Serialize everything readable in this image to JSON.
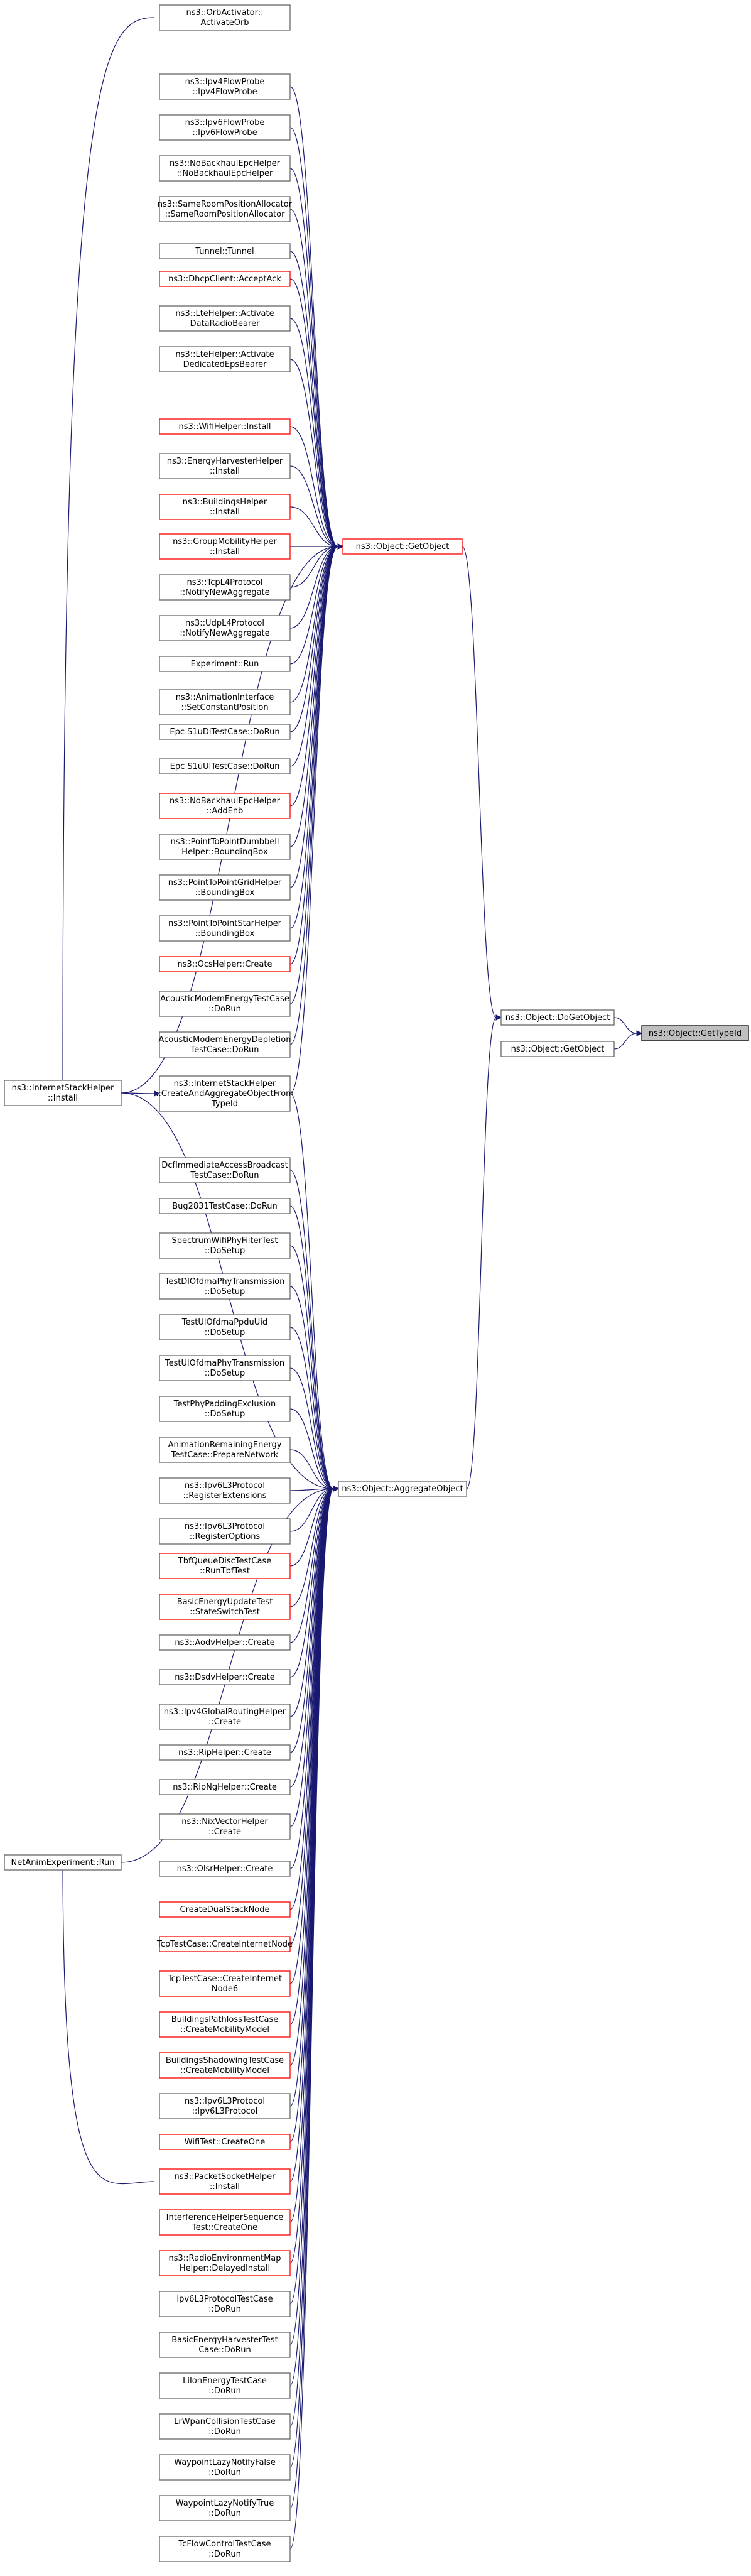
{
  "graph": {
    "colors": {
      "edge": "#191970",
      "border_normal": "#666666",
      "border_truncated": "#ff0000",
      "focus_fill": "#bfbfbf",
      "background": "#ffffff"
    },
    "focus": "ns3::Object::GetTypeId",
    "nodes": [
      {
        "id": "n0",
        "lines": [
          "ns3::OrbActivator::",
          "ActivateOrb"
        ],
        "style": "normal"
      },
      {
        "id": "n1",
        "lines": [
          "ns3::Ipv4FlowProbe",
          "::Ipv4FlowProbe"
        ],
        "style": "normal"
      },
      {
        "id": "n2",
        "lines": [
          "ns3::Ipv6FlowProbe",
          "::Ipv6FlowProbe"
        ],
        "style": "normal"
      },
      {
        "id": "n3",
        "lines": [
          "ns3::NoBackhaulEpcHelper",
          "::NoBackhaulEpcHelper"
        ],
        "style": "normal"
      },
      {
        "id": "n4",
        "lines": [
          "ns3::SameRoomPositionAllocator",
          "::SameRoomPositionAllocator"
        ],
        "style": "normal"
      },
      {
        "id": "n5",
        "lines": [
          "Tunnel::Tunnel"
        ],
        "style": "normal"
      },
      {
        "id": "n6",
        "lines": [
          "ns3::DhcpClient::AcceptAck"
        ],
        "style": "red"
      },
      {
        "id": "n7",
        "lines": [
          "ns3::LteHelper::Activate",
          "DataRadioBearer"
        ],
        "style": "normal"
      },
      {
        "id": "n8",
        "lines": [
          "ns3::LteHelper::Activate",
          "DedicatedEpsBearer"
        ],
        "style": "normal"
      },
      {
        "id": "n9",
        "lines": [
          "ns3::WifiHelper::Install"
        ],
        "style": "red"
      },
      {
        "id": "n10",
        "lines": [
          "ns3::EnergyHarvesterHelper",
          "::Install"
        ],
        "style": "normal"
      },
      {
        "id": "n11",
        "lines": [
          "ns3::BuildingsHelper",
          "::Install"
        ],
        "style": "red"
      },
      {
        "id": "n12",
        "lines": [
          "ns3::GroupMobilityHelper",
          "::Install"
        ],
        "style": "red"
      },
      {
        "id": "n13",
        "lines": [
          "ns3::TcpL4Protocol",
          "::NotifyNewAggregate"
        ],
        "style": "normal"
      },
      {
        "id": "n14",
        "lines": [
          "ns3::UdpL4Protocol",
          "::NotifyNewAggregate"
        ],
        "style": "normal"
      },
      {
        "id": "n15",
        "lines": [
          "Experiment::Run"
        ],
        "style": "normal"
      },
      {
        "id": "n16",
        "lines": [
          "ns3::AnimationInterface",
          "::SetConstantPosition"
        ],
        "style": "normal"
      },
      {
        "id": "n17",
        "lines": [
          "Epc S1uDlTestCase::DoRun"
        ],
        "style": "normal"
      },
      {
        "id": "n18",
        "lines": [
          "Epc S1uUlTestCase::DoRun"
        ],
        "style": "normal"
      },
      {
        "id": "n19",
        "lines": [
          "ns3::NoBackhaulEpcHelper",
          "::AddEnb"
        ],
        "style": "red"
      },
      {
        "id": "n20",
        "lines": [
          "ns3::PointToPointDumbbell",
          "Helper::BoundingBox"
        ],
        "style": "normal"
      },
      {
        "id": "n21",
        "lines": [
          "ns3::PointToPointGridHelper",
          "::BoundingBox"
        ],
        "style": "normal"
      },
      {
        "id": "n22",
        "lines": [
          "ns3::PointToPointStarHelper",
          "::BoundingBox"
        ],
        "style": "normal"
      },
      {
        "id": "n23",
        "lines": [
          "ns3::OcsHelper::Create"
        ],
        "style": "red"
      },
      {
        "id": "n24",
        "lines": [
          "AcousticModemEnergyTestCase",
          "::DoRun"
        ],
        "style": "normal"
      },
      {
        "id": "n25",
        "lines": [
          "AcousticModemEnergyDepletion",
          "TestCase::DoRun"
        ],
        "style": "normal"
      },
      {
        "id": "n26",
        "lines": [
          "ns3::InternetStackHelper",
          "::CreateAndAggregateObjectFrom",
          "TypeId"
        ],
        "style": "normal"
      },
      {
        "id": "n27",
        "lines": [
          "DcfImmediateAccessBroadcast",
          "TestCase::DoRun"
        ],
        "style": "normal"
      },
      {
        "id": "n28",
        "lines": [
          "Bug2831TestCase::DoRun"
        ],
        "style": "normal"
      },
      {
        "id": "n29",
        "lines": [
          "SpectrumWifiPhyFilterTest",
          "::DoSetup"
        ],
        "style": "normal"
      },
      {
        "id": "n30",
        "lines": [
          "TestDlOfdmaPhyTransmission",
          "::DoSetup"
        ],
        "style": "normal"
      },
      {
        "id": "n31",
        "lines": [
          "TestUlOfdmaPpduUid",
          "::DoSetup"
        ],
        "style": "normal"
      },
      {
        "id": "n32",
        "lines": [
          "TestUlOfdmaPhyTransmission",
          "::DoSetup"
        ],
        "style": "normal"
      },
      {
        "id": "n33",
        "lines": [
          "TestPhyPaddingExclusion",
          "::DoSetup"
        ],
        "style": "normal"
      },
      {
        "id": "n34",
        "lines": [
          "AnimationRemainingEnergy",
          "TestCase::PrepareNetwork"
        ],
        "style": "normal"
      },
      {
        "id": "n35",
        "lines": [
          "ns3::Ipv6L3Protocol",
          "::RegisterExtensions"
        ],
        "style": "normal"
      },
      {
        "id": "n36",
        "lines": [
          "ns3::Ipv6L3Protocol",
          "::RegisterOptions"
        ],
        "style": "normal"
      },
      {
        "id": "n37",
        "lines": [
          "TbfQueueDiscTestCase",
          "::RunTbfTest"
        ],
        "style": "red"
      },
      {
        "id": "n38",
        "lines": [
          "BasicEnergyUpdateTest",
          "::StateSwitchTest"
        ],
        "style": "red"
      },
      {
        "id": "n39",
        "lines": [
          "ns3::AodvHelper::Create"
        ],
        "style": "normal"
      },
      {
        "id": "n40",
        "lines": [
          "ns3::DsdvHelper::Create"
        ],
        "style": "normal"
      },
      {
        "id": "n41",
        "lines": [
          "ns3::Ipv4GlobalRoutingHelper",
          "::Create"
        ],
        "style": "normal"
      },
      {
        "id": "n42",
        "lines": [
          "ns3::RipHelper::Create"
        ],
        "style": "normal"
      },
      {
        "id": "n43",
        "lines": [
          "ns3::RipNgHelper::Create"
        ],
        "style": "normal"
      },
      {
        "id": "n44",
        "lines": [
          "ns3::NixVectorHelper",
          "::Create"
        ],
        "style": "normal"
      },
      {
        "id": "n45",
        "lines": [
          "ns3::OlsrHelper::Create"
        ],
        "style": "normal"
      },
      {
        "id": "n46",
        "lines": [
          "CreateDualStackNode"
        ],
        "style": "red"
      },
      {
        "id": "n47",
        "lines": [
          "TcpTestCase::CreateInternetNode"
        ],
        "style": "red"
      },
      {
        "id": "n48",
        "lines": [
          "TcpTestCase::CreateInternet",
          "Node6"
        ],
        "style": "red"
      },
      {
        "id": "n49",
        "lines": [
          "BuildingsPathlossTestCase",
          "::CreateMobilityModel"
        ],
        "style": "red"
      },
      {
        "id": "n50",
        "lines": [
          "BuildingsShadowingTestCase",
          "::CreateMobilityModel"
        ],
        "style": "red"
      },
      {
        "id": "n51",
        "lines": [
          "ns3::Ipv6L3Protocol",
          "::Ipv6L3Protocol"
        ],
        "style": "normal"
      },
      {
        "id": "n52",
        "lines": [
          "WifiTest::CreateOne"
        ],
        "style": "red"
      },
      {
        "id": "n53",
        "lines": [
          "ns3::PacketSocketHelper",
          "::Install"
        ],
        "style": "red"
      },
      {
        "id": "n54",
        "lines": [
          "InterferenceHelperSequence",
          "Test::CreateOne"
        ],
        "style": "red"
      },
      {
        "id": "n55",
        "lines": [
          "ns3::RadioEnvironmentMap",
          "Helper::DelayedInstall"
        ],
        "style": "red"
      },
      {
        "id": "n56",
        "lines": [
          "Ipv6L3ProtocolTestCase",
          "::DoRun"
        ],
        "style": "normal"
      },
      {
        "id": "n57",
        "lines": [
          "BasicEnergyHarvesterTest",
          "Case::DoRun"
        ],
        "style": "normal"
      },
      {
        "id": "n58",
        "lines": [
          "LiIonEnergyTestCase",
          "::DoRun"
        ],
        "style": "normal"
      },
      {
        "id": "n59",
        "lines": [
          "LrWpanCollisionTestCase",
          "::DoRun"
        ],
        "style": "normal"
      },
      {
        "id": "n60",
        "lines": [
          "WaypointLazyNotifyFalse",
          "::DoRun"
        ],
        "style": "normal"
      },
      {
        "id": "n61",
        "lines": [
          "WaypointLazyNotifyTrue",
          "::DoRun"
        ],
        "style": "normal"
      },
      {
        "id": "n62",
        "lines": [
          "TcFlowControlTestCase",
          "::DoRun"
        ],
        "style": "normal"
      },
      {
        "id": "ish",
        "lines": [
          "ns3::InternetStackHelper",
          "::Install"
        ],
        "style": "normal"
      },
      {
        "id": "nae",
        "lines": [
          "NetAnimExperiment::Run"
        ],
        "style": "normal"
      },
      {
        "id": "getobj",
        "lines": [
          "ns3::Object::GetObject"
        ],
        "style": "red"
      },
      {
        "id": "aggobj",
        "lines": [
          "ns3::Object::AggregateObject"
        ],
        "style": "normal"
      },
      {
        "id": "dogetobj",
        "lines": [
          "ns3::Object::DoGetObject"
        ],
        "style": "normal"
      },
      {
        "id": "getobj2",
        "lines": [
          "ns3::Object::GetObject"
        ],
        "style": "normal"
      },
      {
        "id": "typeid",
        "lines": [
          "ns3::Object::GetTypeId"
        ],
        "style": "focus"
      }
    ]
  }
}
